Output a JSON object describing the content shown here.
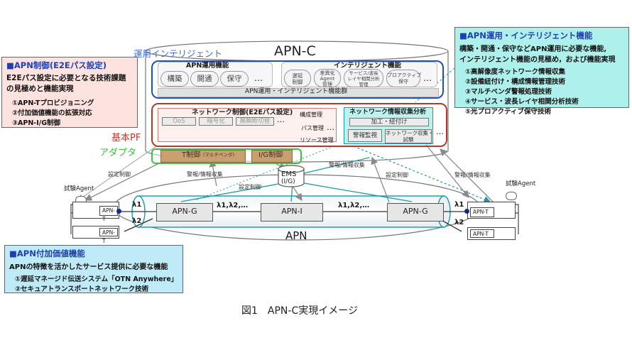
{
  "title_main": "APN-C",
  "label_ops_intel": "運用インテリジェント",
  "label_basepf": "基本PF",
  "label_adapter": "アダプタ",
  "label_apn": "APN",
  "caption": "図1　APN-C実現イメージ",
  "apn_ops": {
    "header": "APN運用機能",
    "pills": [
      "構築",
      "開通",
      "保守"
    ],
    "ellipsis": "…"
  },
  "intel": {
    "header": "インテリジェント機能",
    "pills": [
      "遅延\n制御",
      "差異化\nAgent\n管理",
      "サービス/波長\nレイヤ相関分析\n管理",
      "プロアクティブ\n保守"
    ],
    "ellipsis": "…"
  },
  "ops_intel_group": "APN運用・インテリジェント機能群",
  "netctrl": {
    "header": "ネットワーク制御(E2Eパス設定)",
    "items": [
      "OoS",
      "暗号化",
      "無瞬断切替"
    ],
    "ellipsis": "…",
    "dbs": [
      "構成管理",
      "パス管理",
      "リソース管理"
    ],
    "db_ellipsis": "…"
  },
  "netinfo": {
    "header": "ネットワーク情報収集分析",
    "processing": "加工・紐付け",
    "alarm": "警報監視",
    "collect": "ネットワーク収集・\n試験",
    "ellipsis": "…"
  },
  "adapter": {
    "tctrl": "T制御",
    "tctrl_sub": "(マルチベンダ)",
    "igctrl": "I/G制御"
  },
  "ems": {
    "label": "EMS",
    "sub": "(I/G)"
  },
  "links": {
    "setting_ctrl": "設定制御",
    "alarm_collect": "警報/情報収集"
  },
  "nodes": {
    "apn_g_left": "APN-G",
    "apn_i": "APN-I",
    "apn_g_right": "APN-G",
    "lambda_multi": "λ1,λ2,…",
    "lambda1": "λ1",
    "lambda2": "λ2"
  },
  "test_agent": "試験Agent",
  "ports": {
    "apn_t": "APN-T"
  },
  "callout_left": {
    "title": "■APN制御(E2Eパス設定)",
    "desc1": "E2Eパス設定に必要となる技術課題",
    "desc2": "の見極めと機能実現",
    "items": [
      "①APN-Tプロビジョニング",
      "②付加価値機能の拡張対応",
      "③APN-I/G制御"
    ]
  },
  "callout_right": {
    "title": "■APN運用・インテリジェント機能",
    "desc1": "構築・開通・保守などAPN運用に必要な機能,",
    "desc2": "インテリジェント機能の見極め，および機能実現",
    "items": [
      "①高解像度ネットワーク情報収集",
      "②設備紐付け・構成情報管理技術",
      "③マルチベンダ警報処理技術",
      "④サービス・波長レイヤ相関分析技術",
      "⑤光プロアクティブ保守技術"
    ]
  },
  "callout_bottom": {
    "title": "■APN付加価値機能",
    "desc": "APNの特徴を活かしたサービス提供に必要な機能",
    "items": [
      "①遅延マネージド伝送システム「OTN Anywhere」",
      "②セキュアトランスポートネットワーク技術"
    ]
  },
  "colors": {
    "ops_border": "#1f4fc8",
    "netctrl_border": "#b03a2e",
    "adapter_border": "#40c040",
    "teal": "#1a9aa8",
    "callout_left_bg": "#fde3e0",
    "callout_right_bg": "#aef0ec",
    "callout_bottom_bg": "#bfeaf7"
  }
}
